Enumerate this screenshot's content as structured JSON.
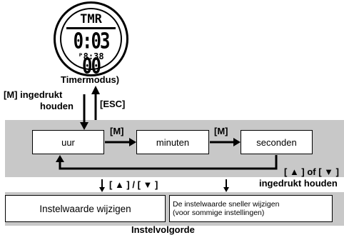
{
  "watch": {
    "mode_label": "TMR",
    "main_time": "0:03 00",
    "sub_time": "ᴾ8:38"
  },
  "caption_top": "Timermodus)",
  "label_hold_m_line1": "[M] ingedrukt",
  "label_hold_m_line2": "houden",
  "label_esc": "[ESC]",
  "boxes": {
    "hour": "uur",
    "minutes": "minuten",
    "seconds": "seconden"
  },
  "label_m_1": "[M]",
  "label_m_2": "[M]",
  "label_up_or_down_line1": "[ ▲ ] of [ ▼ ]",
  "label_up_or_down_line2": "ingedrukt houden",
  "label_up_slash_down": "[ ▲ ] / [ ▼ ]",
  "action_change": "Instelwaarde wijzigen",
  "action_fast_line1": "De instelwaarde sneller wijzigen",
  "action_fast_line2": "(voor sommige instellingen)",
  "caption_bottom": "Instelvolgorde"
}
